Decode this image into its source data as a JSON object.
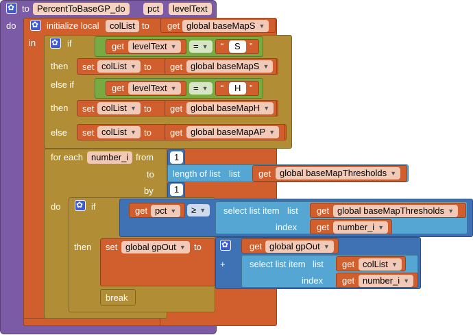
{
  "procedure": {
    "to_label": "to",
    "name": "PercentToBaseGP_do",
    "params": [
      "pct",
      "levelText"
    ],
    "do_label": "do"
  },
  "init": {
    "initialize_label": "initialize local",
    "var_name": "colList",
    "to_label": "to",
    "in_label": "in",
    "get_label": "get",
    "value": "global baseMapS"
  },
  "ifblock": {
    "if_label": "if",
    "then_label": "then",
    "elseif_label": "else if",
    "else_label": "else",
    "cond1": {
      "get": "get",
      "var": "levelText",
      "op": "=",
      "str": "S"
    },
    "cond2": {
      "get": "get",
      "var": "levelText",
      "op": "=",
      "str": "H"
    },
    "set1": {
      "set": "set",
      "var": "colList",
      "to": "to",
      "get": "get",
      "value": "global baseMapS"
    },
    "set2": {
      "set": "set",
      "var": "colList",
      "to": "to",
      "get": "get",
      "value": "global baseMapH"
    },
    "set3": {
      "set": "set",
      "var": "colList",
      "to": "to",
      "get": "get",
      "value": "global baseMapAP"
    }
  },
  "foreach": {
    "for_each_label": "for each",
    "var": "number_i",
    "from_label": "from",
    "from": "1",
    "to_label": "to",
    "length_label": "length of list",
    "list_label": "list",
    "get": "get",
    "list_value": "global baseMapThresholds",
    "by_label": "by",
    "by": "1",
    "do_label": "do"
  },
  "inner_if": {
    "if_label": "if",
    "get": "get",
    "var": "pct",
    "op": "≥",
    "select_label": "select list item",
    "list_label": "list",
    "list_value": "global baseMapThresholds",
    "index_label": "index",
    "index_value": "number_i",
    "then_label": "then"
  },
  "set_out": {
    "set": "set",
    "var": "global gpOut",
    "to": "to",
    "get": "get",
    "get_value": "global gpOut",
    "plus": "+",
    "select_label": "select list item",
    "list_label": "list",
    "list_value": "colList",
    "index_label": "index",
    "index_value": "number_i",
    "break_label": "break"
  },
  "colors": {
    "procedure": "#7b5ba6",
    "control": "#b18e35",
    "variable": "#d05f2d",
    "logic": "#77ab41",
    "math": "#3f71b5",
    "list": "#55a6d3",
    "mutator": "#3e5bd4"
  }
}
